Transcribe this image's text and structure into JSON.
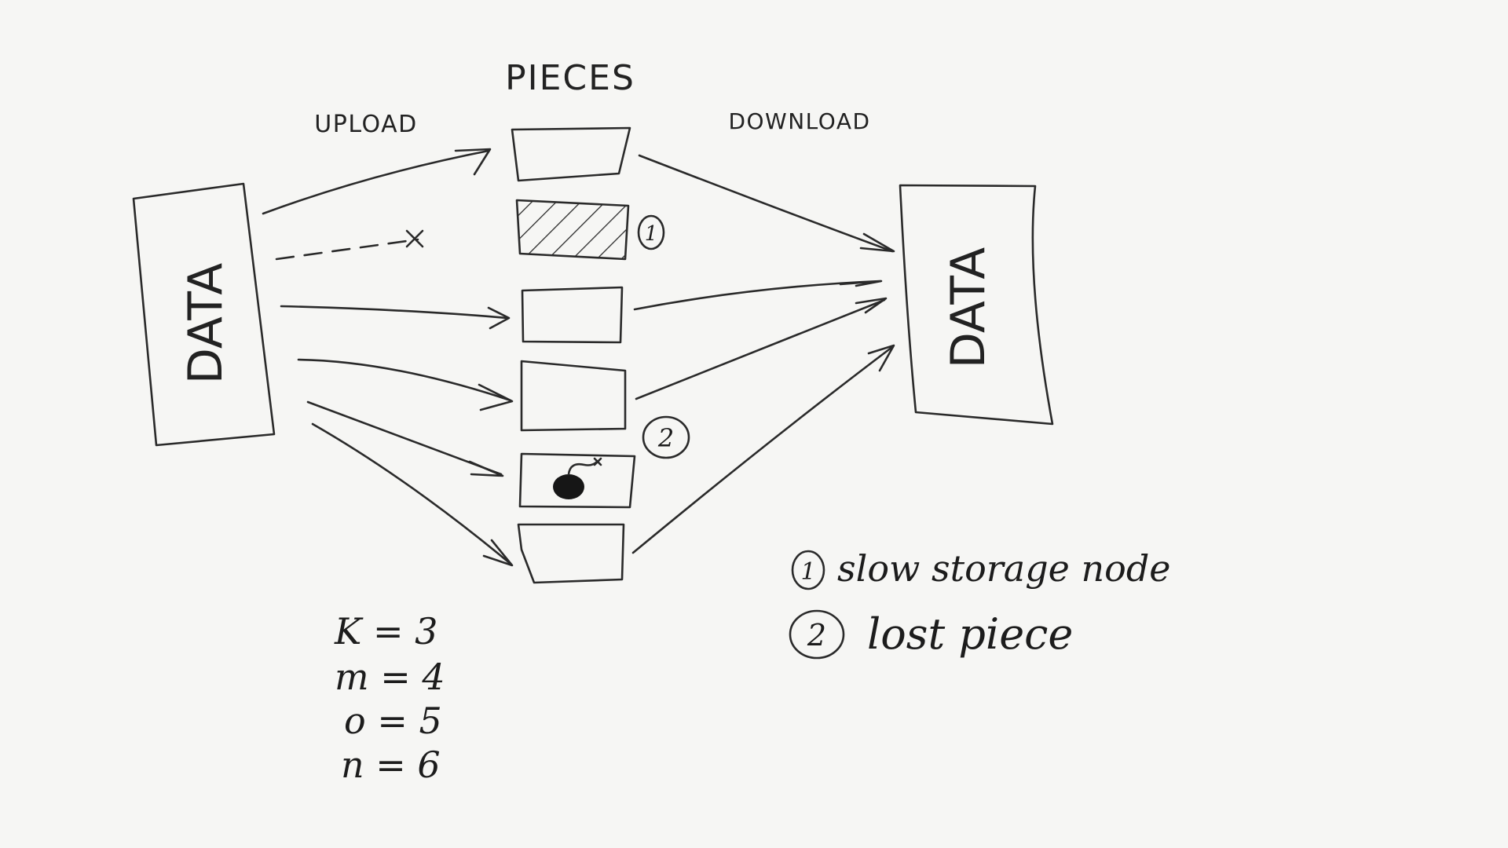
{
  "labels": {
    "pieces": "PIECES",
    "upload": "UPLOAD",
    "download": "DOWNLOAD",
    "data_left": "DATA",
    "data_right": "DATA"
  },
  "markers": {
    "one": "1",
    "two": "2"
  },
  "legend": [
    {
      "number": "1",
      "text": "slow storage node"
    },
    {
      "number": "2",
      "text": "lost piece"
    }
  ],
  "parameters": [
    "K = 3",
    "m = 4",
    "o = 5",
    "n = 6"
  ],
  "colors": {
    "ink": "#2a2a2a",
    "background": "#f6f6f4"
  }
}
